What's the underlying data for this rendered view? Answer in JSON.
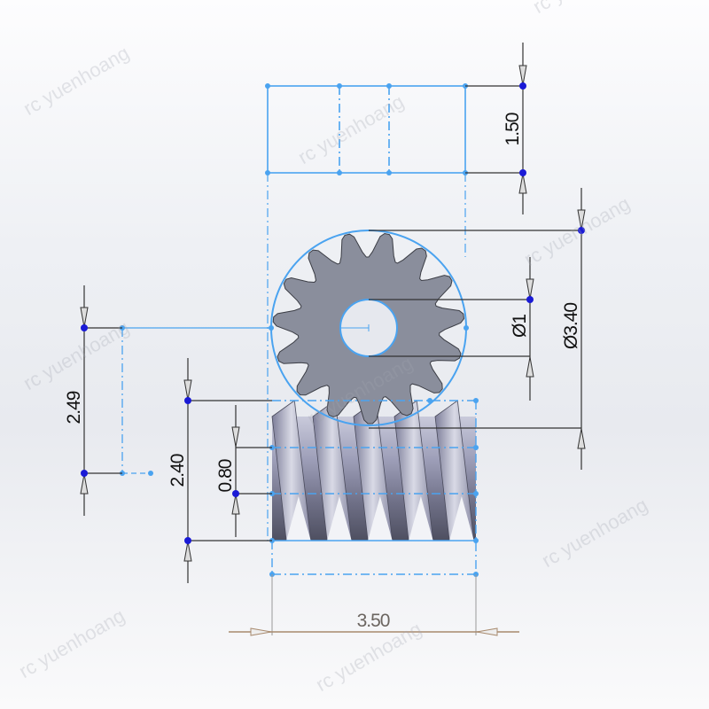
{
  "drawing": {
    "type": "SolidWorks sketch - worm and worm gear",
    "colors": {
      "sketch_line": "#4aa3f0",
      "dim_line": "#333333",
      "dim_point": "#1a1ad6",
      "gear_fill": "#8a8e9c",
      "worm_fill": "#8c8da6",
      "selected_dim": "#a88a6e",
      "background": "#eef0f4"
    },
    "dimensions": {
      "gear_thickness": "1.50",
      "gear_outer_diameter": "Ø3.40",
      "gear_bore_diameter": "Ø1",
      "center_distance": "2.49",
      "worm_outer_diameter": "2.40",
      "worm_root_offset": "0.80",
      "worm_length": "3.50"
    },
    "gear": {
      "teeth": 15
    },
    "worm": {
      "thread_turns": 5
    }
  },
  "watermarks": [
    "rc yuenhoang",
    "rc yuenhoang",
    "rc yuenhoang",
    "rc yuenhoang",
    "rc yuenhoang",
    "rc yuenhoang",
    "rc yuenhoang",
    "rc yuenhoang",
    "rc yuenhoang"
  ]
}
